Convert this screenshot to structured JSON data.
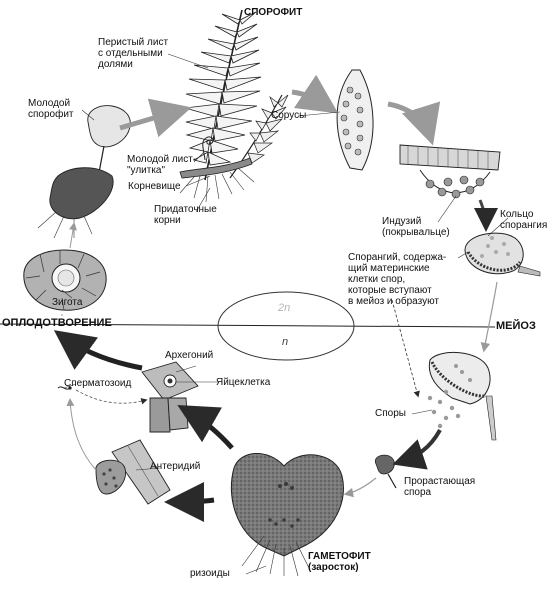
{
  "labels": {
    "sporophyte": "СПОРОФИТ",
    "pinnate_leaf": "Перистый лист\nс отдельными\nдолями",
    "young_sporophyte": "Молодой\nспорофит",
    "sori": "Сорусы",
    "young_leaf": "Молодой лист-\n\"улитка\"",
    "rhizome": "Корневище",
    "adventitious_roots": "Придаточные\nкорни",
    "indusium": "Индузий\n(покрывальце)",
    "annulus": "Кольцо\nспорангия",
    "sporangium": "Спорангий, содержа-\nщий материнские\nклетки спор,\nкоторые вступают\nв мейоз и образуют",
    "zygote": "Зигота",
    "fertilization": "ОПЛОДОТВОРЕНИЕ",
    "meiosis": "МЕЙОЗ",
    "diploid": "2n",
    "haploid": "n",
    "archegonium": "Архегоний",
    "spermatozoid": "Сперматозоид",
    "egg_cell": "Яйцеклетка",
    "spores": "Споры",
    "germinating_spore": "Прорастающая\nспора",
    "antheridium": "Антеридий",
    "gametophyte": "ГАМЕТОФИТ\n(заросток)",
    "rhizoids": "ризоиды"
  },
  "colors": {
    "ink": "#111111",
    "arrow_gray": "#9a9a9a",
    "arrow_dark": "#2a2a2a",
    "tissue": "#6d6d6d",
    "tissue_light": "#bdbdbd"
  }
}
